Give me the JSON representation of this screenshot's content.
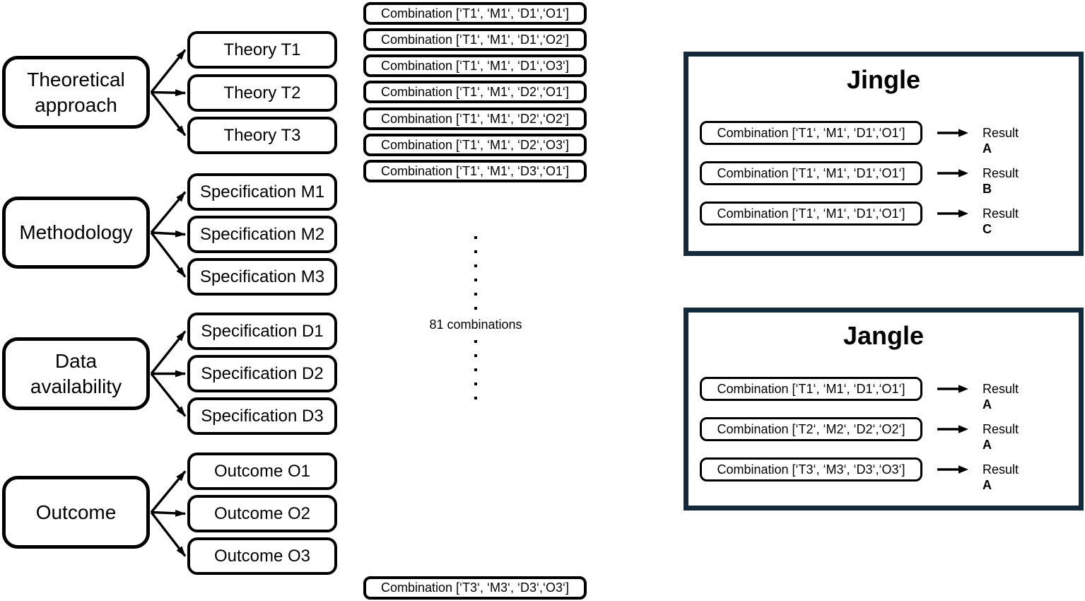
{
  "figure": {
    "groups": [
      {
        "label": "Theoretical approach",
        "children": [
          "Theory T1",
          "Theory T2",
          "Theory T3"
        ]
      },
      {
        "label": "Methodology",
        "children": [
          "Specification M1",
          "Specification M2",
          "Specification M3"
        ]
      },
      {
        "label": "Data availability",
        "children": [
          "Specification D1",
          "Specification D2",
          "Specification D3"
        ]
      },
      {
        "label": "Outcome",
        "children": [
          "Outcome O1",
          "Outcome O2",
          "Outcome O3"
        ]
      }
    ],
    "combination_list": [
      "Combination [‘T1‘, ‘M1‘, ‘D1‘,‘O1‘]",
      "Combination [‘T1‘, ‘M1‘, ‘D1‘,‘O2‘]",
      "Combination [‘T1‘, ‘M1‘, ‘D1‘,‘O3‘]",
      "Combination [‘T1‘, ‘M1‘, ‘D2‘,‘O1‘]",
      "Combination [‘T1‘, ‘M1‘, ‘D2‘,‘O2‘]",
      "Combination [‘T1‘, ‘M1‘, ‘D2‘,‘O3‘]",
      "Combination [‘T1‘, ‘M1‘, ‘D3‘,‘O1‘]"
    ],
    "ellipsis_note": "81 combinations",
    "dots_above": 6,
    "dots_below": 5,
    "final_combination": "Combination [‘T3‘, ‘M3‘, ‘D3‘,‘O3‘]",
    "panels": [
      {
        "title": "Jingle",
        "rows": [
          {
            "combination": "Combination [‘T1‘, ‘M1‘, ‘D1‘,‘O1‘]",
            "result_word": "Result",
            "result_letter": "A"
          },
          {
            "combination": "Combination [‘T1‘, ‘M1‘, ‘D1‘,‘O1‘]",
            "result_word": "Result",
            "result_letter": "B"
          },
          {
            "combination": "Combination [‘T1‘, ‘M1‘, ‘D1‘,‘O1‘]",
            "result_word": "Result",
            "result_letter": "C"
          }
        ]
      },
      {
        "title": "Jangle",
        "rows": [
          {
            "combination": "Combination [‘T1‘, ‘M1‘, ‘D1‘,‘O1‘]",
            "result_word": "Result",
            "result_letter": "A"
          },
          {
            "combination": "Combination [‘T2‘, ‘M2‘, ‘D2‘,‘O2‘]",
            "result_word": "Result",
            "result_letter": "A"
          },
          {
            "combination": "Combination [‘T3‘, ‘M3‘, ‘D3‘,‘O3‘]",
            "result_word": "Result",
            "result_letter": "A"
          }
        ]
      }
    ],
    "colors": {
      "panel_border": "#152b3c",
      "box_border": "#000000",
      "text": "#000000",
      "background": "#ffffff"
    }
  }
}
